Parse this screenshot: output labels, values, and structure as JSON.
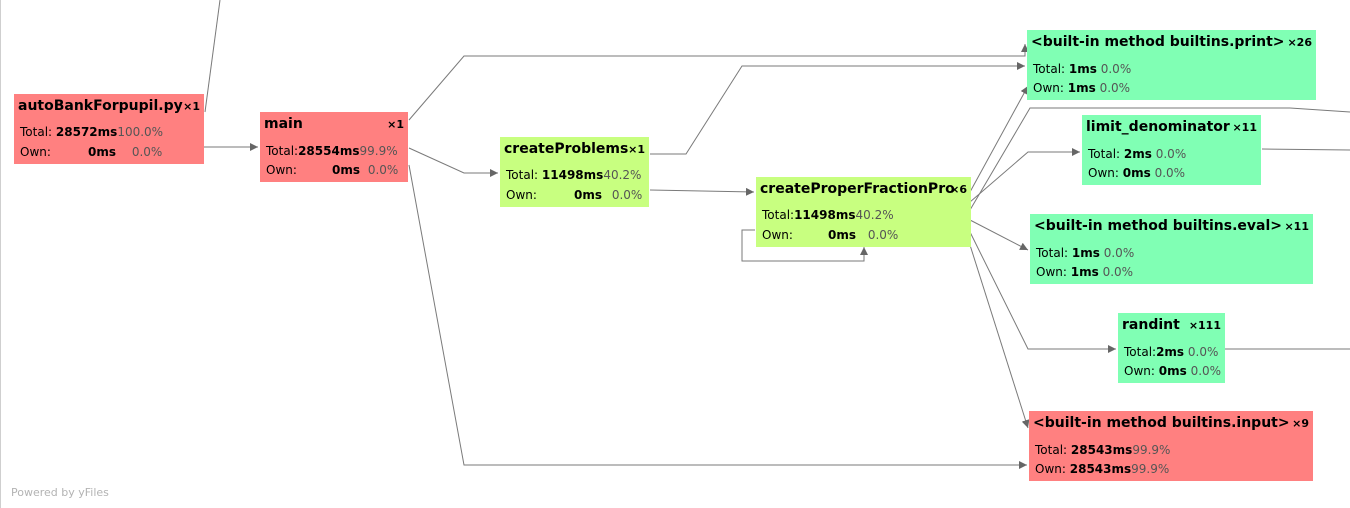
{
  "watermark": "Powered by yFiles",
  "labels": {
    "total": "Total:",
    "own": "Own:"
  },
  "nodes": [
    {
      "id": "autobank",
      "name": "autoBankForpupil.py",
      "count": "×1",
      "total_ms": "28572ms",
      "total_pct": "100.0%",
      "own_ms": "0ms",
      "own_pct": "0.0%",
      "color": "#ff8080"
    },
    {
      "id": "main",
      "name": "main",
      "count": "×1",
      "total_ms": "28554ms",
      "total_pct": "99.9%",
      "own_ms": "0ms",
      "own_pct": "0.0%",
      "color": "#ff8080"
    },
    {
      "id": "createproblems",
      "name": "createProblems",
      "count": "×1",
      "total_ms": "11498ms",
      "total_pct": "40.2%",
      "own_ms": "0ms",
      "own_pct": "0.0%",
      "color": "#c8ff80"
    },
    {
      "id": "createproper",
      "name": "createProperFractionPro",
      "count": "×6",
      "total_ms": "11498ms",
      "total_pct": "40.2%",
      "own_ms": "0ms",
      "own_pct": "0.0%",
      "color": "#c8ff80"
    },
    {
      "id": "print",
      "name": "<built-in method builtins.print>",
      "count": "×26",
      "total_ms": "1ms",
      "total_pct": "0.0%",
      "own_ms": "1ms",
      "own_pct": "0.0%",
      "color": "#80ffb4"
    },
    {
      "id": "limit",
      "name": "limit_denominator",
      "count": "×11",
      "total_ms": "2ms",
      "total_pct": "0.0%",
      "own_ms": "0ms",
      "own_pct": "0.0%",
      "color": "#80ffb4"
    },
    {
      "id": "eval",
      "name": "<built-in method builtins.eval>",
      "count": "×11",
      "total_ms": "1ms",
      "total_pct": "0.0%",
      "own_ms": "1ms",
      "own_pct": "0.0%",
      "color": "#80ffb4"
    },
    {
      "id": "randint",
      "name": "randint",
      "count": "×111",
      "total_ms": "2ms",
      "total_pct": "0.0%",
      "own_ms": "0ms",
      "own_pct": "0.0%",
      "color": "#80ffb4"
    },
    {
      "id": "input",
      "name": "<built-in method builtins.input>",
      "count": "×9",
      "total_ms": "28543ms",
      "total_pct": "99.9%",
      "own_ms": "28543ms",
      "own_pct": "99.9%",
      "color": "#ff8080"
    }
  ]
}
